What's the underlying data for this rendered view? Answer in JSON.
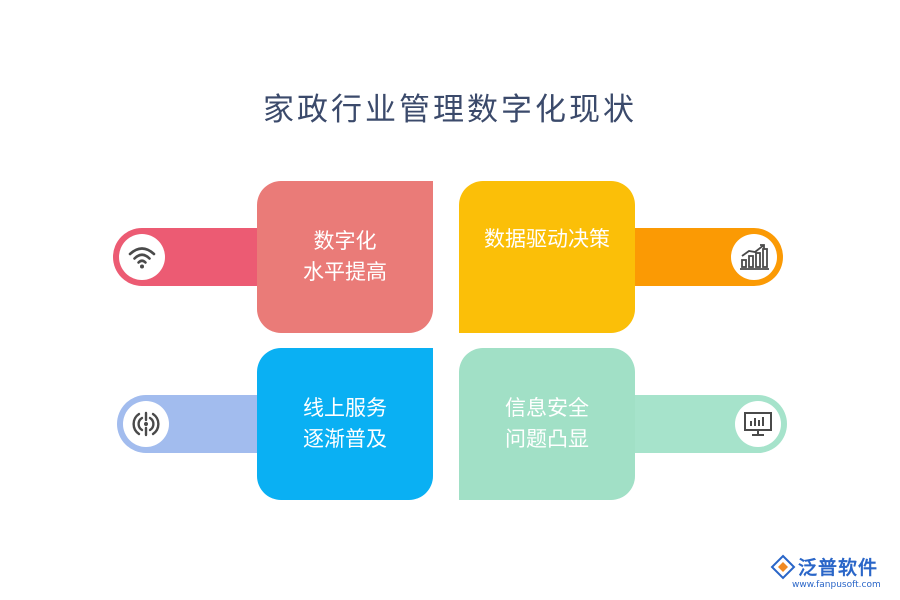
{
  "title": "家政行业管理数字化现状",
  "cards": [
    {
      "line1": "数字化",
      "line2": "水平提高",
      "icon": "wifi-icon",
      "card_color": "#ea7b78",
      "bar_color": "#ec5b73"
    },
    {
      "line1": "数据驱动决策",
      "line2": "",
      "icon": "bar-chart-icon",
      "card_color": "#fbbf08",
      "bar_color": "#fb9a04"
    },
    {
      "line1": "线上服务",
      "line2": "逐渐普及",
      "icon": "antenna-signal-icon",
      "card_color": "#0ab0f3",
      "bar_color": "#a2bcee"
    },
    {
      "line1": "信息安全",
      "line2": "问题凸显",
      "icon": "monitor-chart-icon",
      "card_color": "#a1e0c6",
      "bar_color": "#a6e3cb"
    }
  ],
  "brand": {
    "name": "泛普软件",
    "url": "www.fanpusoft.com",
    "color": "#2a66c8"
  }
}
